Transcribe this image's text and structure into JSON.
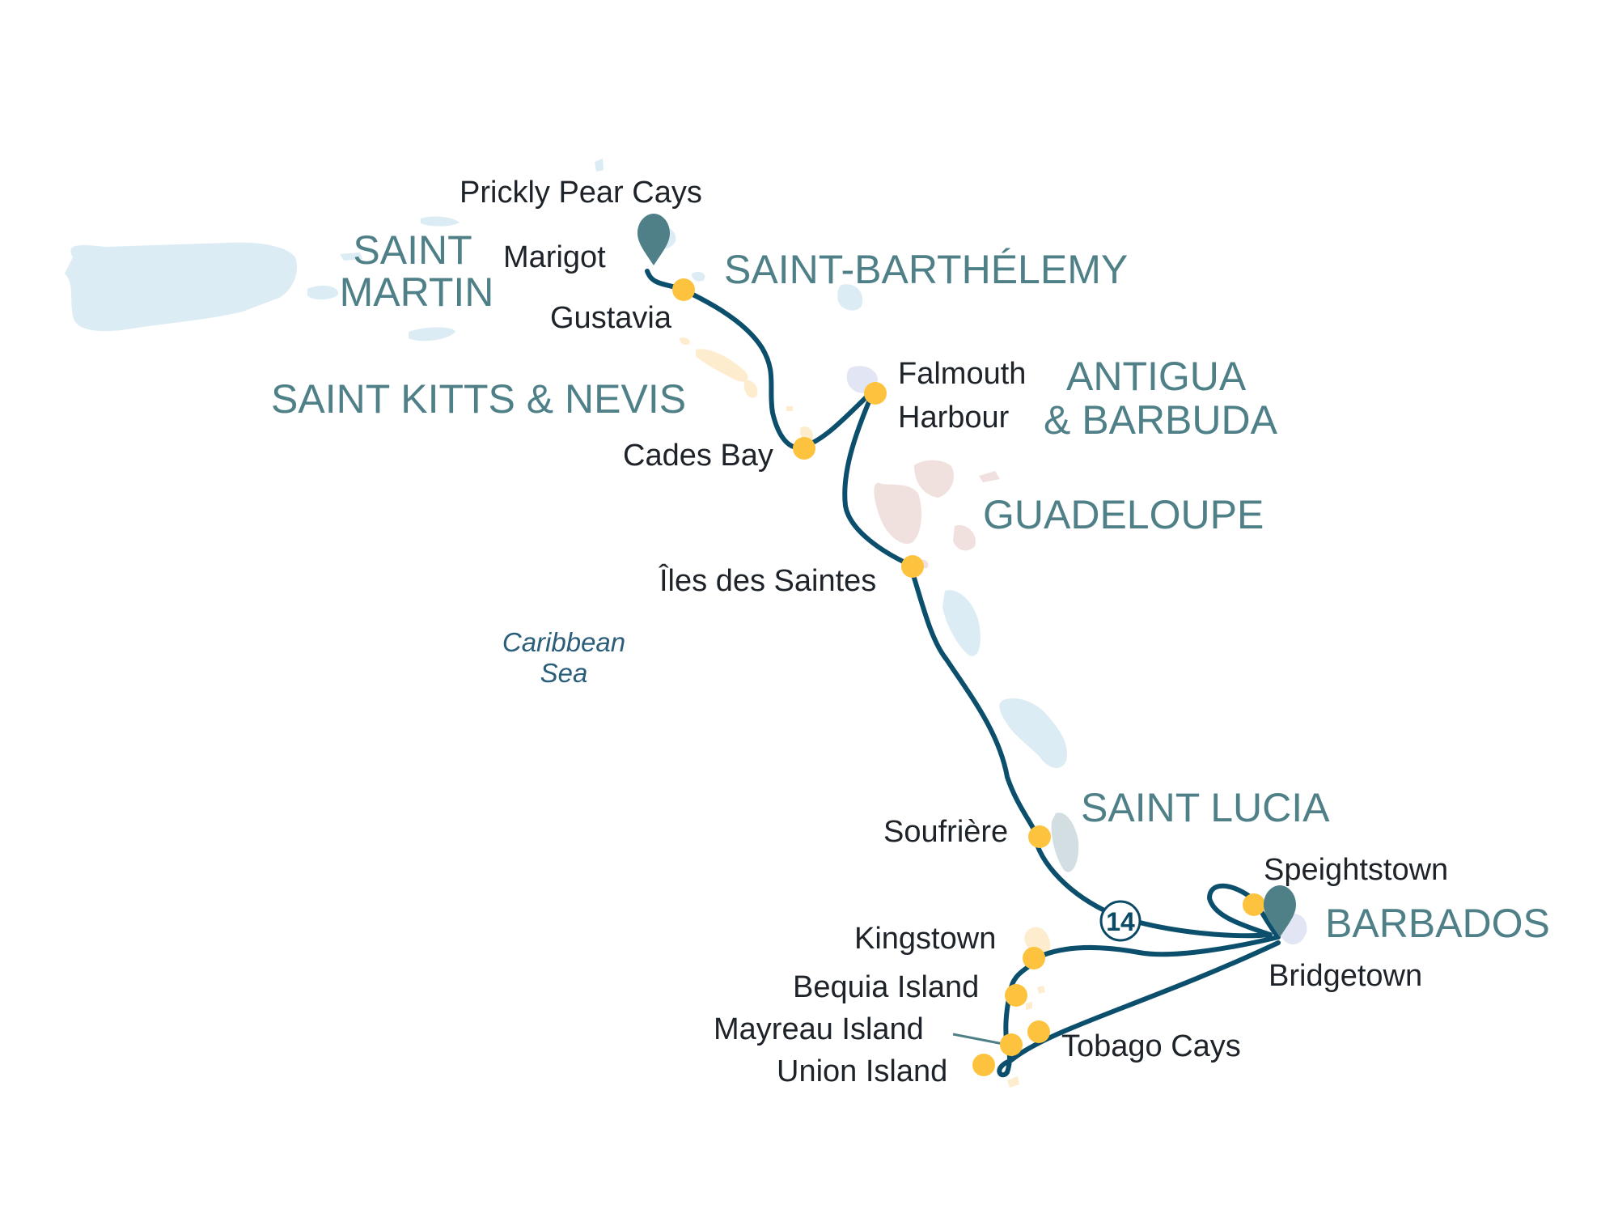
{
  "map": {
    "sea_label": [
      "Caribbean",
      "Sea"
    ],
    "duration_badge": "14",
    "colors": {
      "route": "#0b4f6c",
      "port_dot": "#fdc33e",
      "pin": "#4f8088",
      "country_text": "#4f8088",
      "land_light_blue": "#dcecf4",
      "land_cream": "#fdeccd",
      "land_pink": "#f1e1de"
    },
    "countries": {
      "saint_martin": [
        "SAINT",
        "MARTIN"
      ],
      "saint_barthelemy": "SAINT-BARTHÉLEMY",
      "saint_kitts_nevis": "SAINT KITTS & NEVIS",
      "antigua_barbuda": [
        "ANTIGUA",
        "& BARBUDA"
      ],
      "guadeloupe": "GUADELOUPE",
      "saint_lucia": "SAINT LUCIA",
      "barbados": "BARBADOS"
    },
    "ports": {
      "prickly_pear_cays": "Prickly Pear Cays",
      "marigot": "Marigot",
      "gustavia": "Gustavia",
      "falmouth_harbour": [
        "Falmouth",
        "Harbour"
      ],
      "cades_bay": "Cades Bay",
      "iles_des_saintes": "Îles des Saintes",
      "soufriere": "Soufrière",
      "speightstown": "Speightstown",
      "kingstown": "Kingstown",
      "bridgetown": "Bridgetown",
      "bequia_island": "Bequia Island",
      "mayreau_island": "Mayreau Island",
      "tobago_cays": "Tobago Cays",
      "union_island": "Union Island"
    },
    "start_pin": "marigot-pin-icon",
    "end_pin": "bridgetown-pin-icon"
  }
}
